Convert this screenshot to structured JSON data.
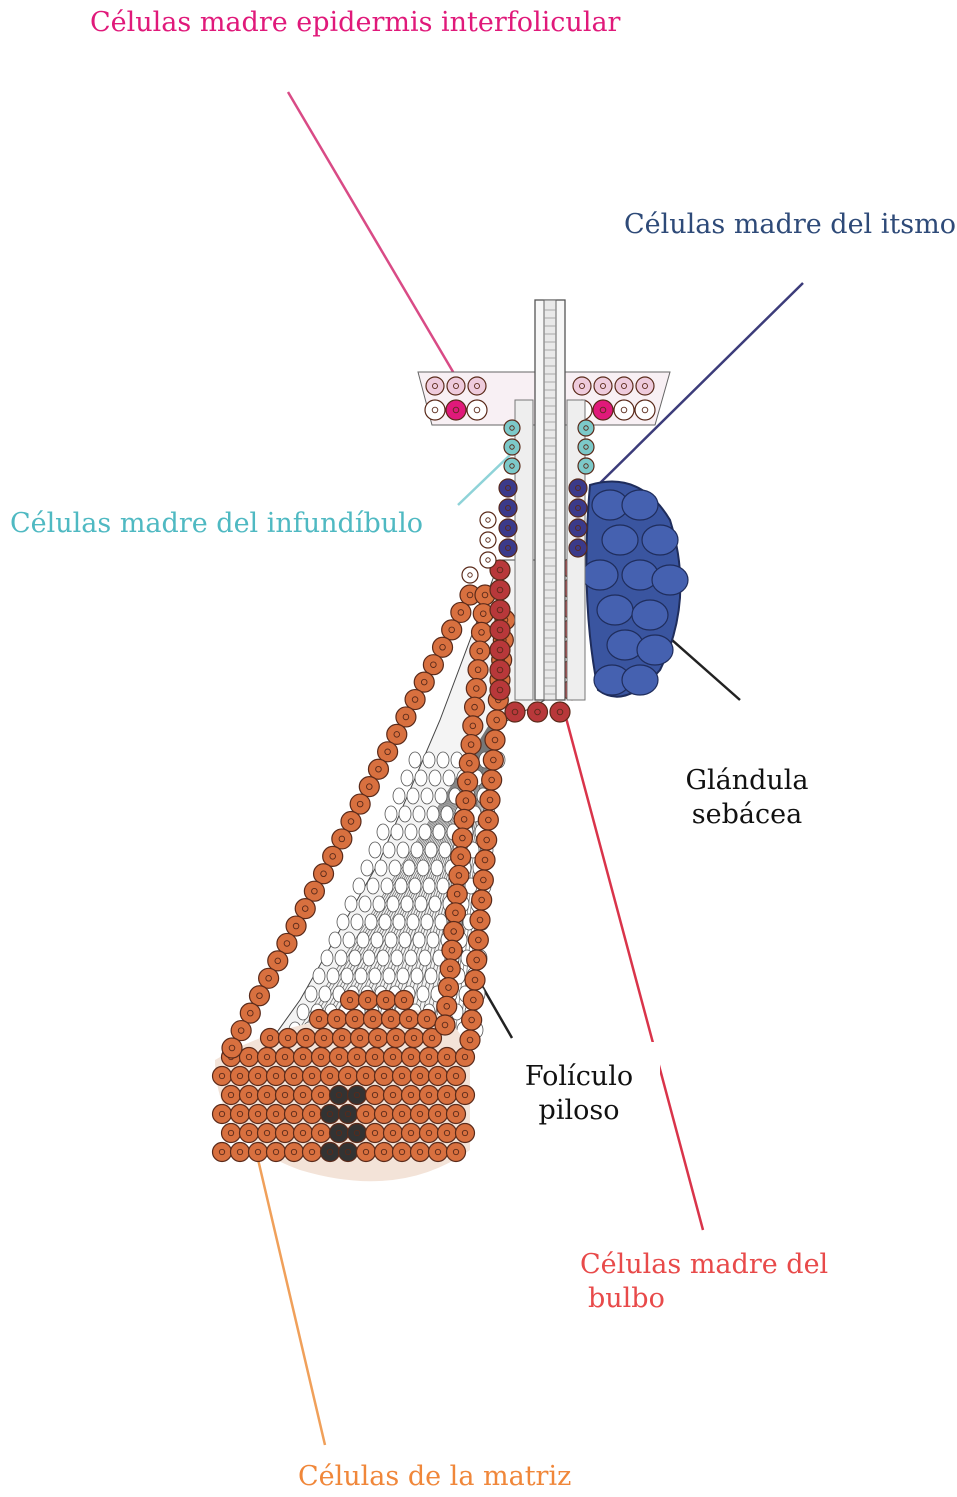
{
  "labels": {
    "epidermis": "Células madre epidermis interfolicular",
    "itsmo": "Células madre del itsmo",
    "infundibulo": "Células madre del infundíbulo",
    "glandula_line1": "Glándula",
    "glandula_line2": "sebácea",
    "foliculo_line1": "Folículo",
    "foliculo_line2": "piloso",
    "bulbo_line1": "Células madre del",
    "bulbo_line2": "bulbo",
    "matriz": "Células de la matriz"
  },
  "colors": {
    "epidermis": "#e0197a",
    "itsmo": "#2e4a78",
    "infundibulo": "#4fb9c2",
    "bulbo": "#e84a4a",
    "matriz": "#f0873a",
    "outer_sheath": "#d8703f",
    "bulge_cells": "#b8383a",
    "isthmus_cells": "#3b3a8a",
    "infund_cells": "#7cc9c9",
    "sebaceous": "#3a55a0",
    "dermal_papilla": "#333333"
  }
}
